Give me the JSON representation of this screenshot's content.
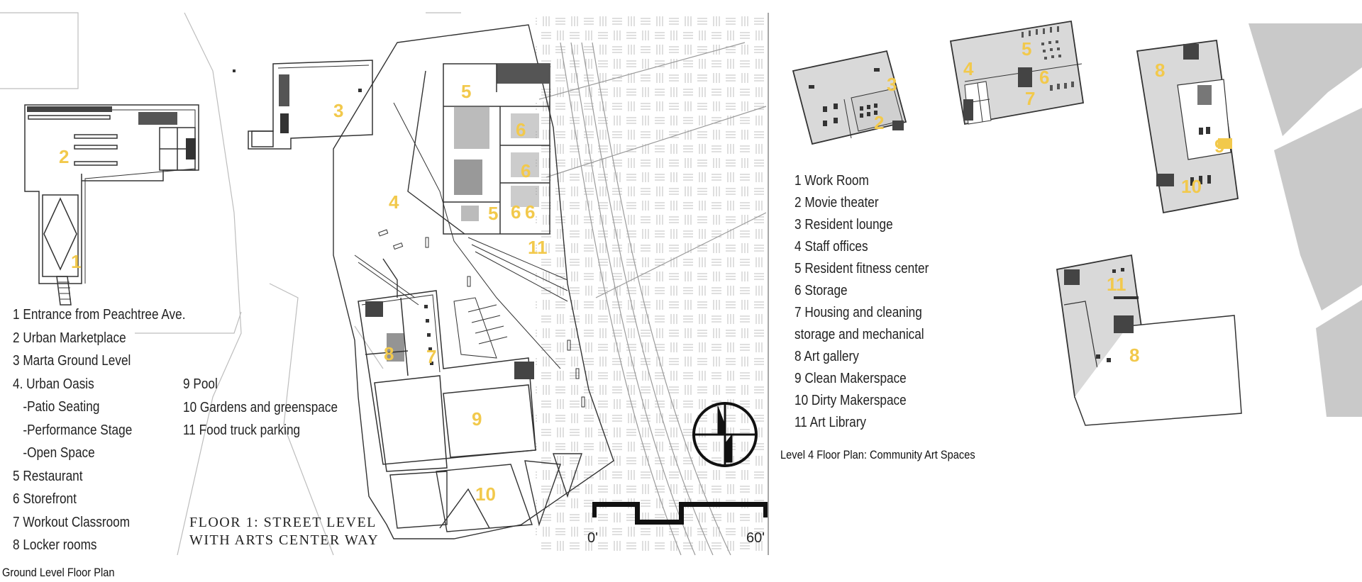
{
  "ground_floor": {
    "legend_left": [
      "1 Entrance from Peachtree Ave.",
      "2 Urban Marketplace",
      "3 Marta Ground Level",
      "4. Urban Oasis",
      "   -Patio Seating",
      "   -Performance Stage",
      "   -Open Space",
      "5 Restaurant",
      "6 Storefront",
      "7 Workout Classroom",
      "8 Locker rooms"
    ],
    "legend_right": [
      "9 Pool",
      "10 Gardens and greenspace",
      "11 Food truck parking"
    ],
    "title_line1": "FLOOR 1: STREET LEVEL",
    "title_line2": "WITH ARTS CENTER WAY",
    "scale_start": "0'",
    "scale_end": "60'",
    "caption": "Ground Level Floor Plan",
    "room_numbers": [
      "1",
      "2",
      "3",
      "4",
      "5",
      "6",
      "6",
      "6",
      "5",
      "6",
      "11",
      "8",
      "7",
      "9",
      "10"
    ]
  },
  "level4": {
    "legend": [
      "1 Work Room",
      "2 Movie theater",
      "3 Resident lounge",
      "4 Staff offices",
      "5 Resident fitness center",
      "6 Storage",
      "7 Housing and cleaning",
      "storage and mechanical",
      "8 Art gallery",
      "9 Clean Makerspace",
      "10 Dirty Makerspace",
      "11 Art Library"
    ],
    "caption": "Level 4 Floor Plan: Community Art Spaces",
    "room_numbers": [
      "3",
      "2",
      "4",
      "5",
      "6",
      "7",
      "8",
      "9",
      "10",
      "11",
      "8"
    ]
  },
  "colors": {
    "room_number": "#f2c94c",
    "floor_fill": "#d9d9d9",
    "neighbor_fill": "#c9c9c9",
    "line": "#333333"
  }
}
